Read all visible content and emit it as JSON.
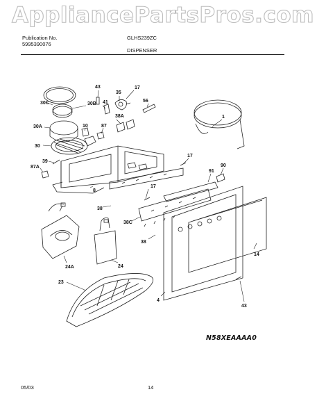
{
  "watermark": "AppliancePartsPros.com",
  "header": {
    "publication_label": "Publication No.",
    "publication_no": "5995390076",
    "model": "GLHS239ZC",
    "section": "DISPENSER"
  },
  "callouts": [
    "43",
    "17",
    "35",
    "30C",
    "30B",
    "41",
    "56",
    "1",
    "30A",
    "10",
    "87",
    "38A",
    "30",
    "17",
    "39",
    "87A",
    "8",
    "91",
    "90",
    "17",
    "38",
    "38C",
    "38",
    "14",
    "24A",
    "24",
    "23",
    "4",
    "43"
  ],
  "diagram_code": "N58XEAAAA0",
  "footer": {
    "date": "05/03",
    "page": "14"
  }
}
